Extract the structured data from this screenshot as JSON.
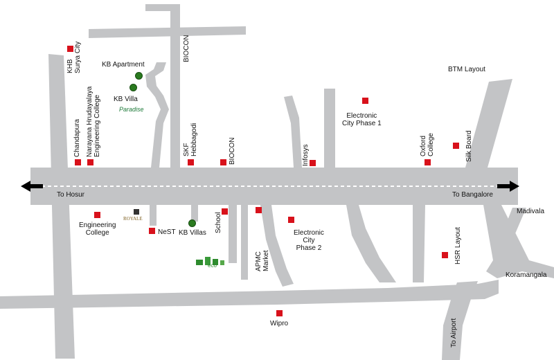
{
  "map": {
    "colors": {
      "road": "#c3c4c6",
      "marker": "#d8111b",
      "tree": "#2a7a1f",
      "arrow": "#000000"
    },
    "directions": {
      "left": "To Hosur",
      "right": "To Bangalore"
    },
    "labels": {
      "khb": "KHB\nSurya City",
      "kb_apartment": "KB Apartment",
      "kb_villa": "KB Villa",
      "paradise": "Paradise",
      "biocon_top": "BIOCON",
      "btm": "BTM Layout",
      "chandapura": "Chandapura",
      "narayana": "Narayana Hrudayalaya\nEngineering College",
      "skf": "SKF\nHebbagodi",
      "biocon_mid": "BIOCON",
      "infosys": "Infosys",
      "ec1": "Electronic\nCity Phase 1",
      "oxford": "Oxford\nCollege",
      "silk": "Silk Board",
      "madivala": "Madivala",
      "eng_college": "Engineering\nCollege",
      "royale": "ROYALE",
      "nest": "NeST",
      "kb_villas": "KB Villas",
      "school": "School",
      "apmc": "APMC\nMarket",
      "ec2": "Electronic\nCity\nPhase 2",
      "hsr": "HSR Layout",
      "koramangala": "Koramangala",
      "wipro": "Wipro",
      "airport": "To Airport",
      "eco": "eco"
    }
  }
}
